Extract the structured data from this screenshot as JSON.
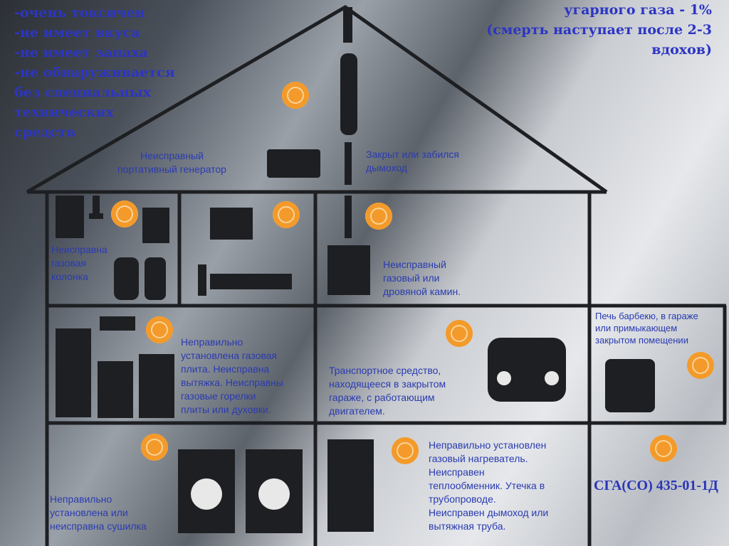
{
  "properties_text": [
    "-очень токсичен",
    "-не имеет вкуса",
    "-не имеет запаха",
    "-не обнаруживается",
    "без специальных",
    "технических",
    "средств"
  ],
  "concentration_text": [
    "угарного газа - 1%",
    "(смерть наступает после 2-3",
    "вдохов)"
  ],
  "sources": {
    "generator": [
      "Неисправный",
      "портативный генератор"
    ],
    "chimney": [
      "Закрыт или забился",
      "дымоход"
    ],
    "water_heater": [
      "Неисправна",
      "газовая",
      "колонка"
    ],
    "fireplace": [
      "Неисправный",
      "газовый или",
      "дровяной камин."
    ],
    "bbq": [
      "Печь барбекю, в гараже",
      "или примыкающем",
      "закрытом помещении"
    ],
    "stove": [
      "Неправильно",
      "установлена газовая",
      "плита. Неисправна",
      "вытяжка. Неисправны",
      "газовые горелки",
      "плиты или духовки."
    ],
    "car": [
      "Транспортное средство,",
      "находящееся в закрытом",
      "гараже, с работающим",
      "двигателем."
    ],
    "dryer": [
      "Неправильно",
      "установлена или",
      "неисправна сушилка"
    ],
    "heater": [
      "Неправильно установлен",
      "газовый нагреватель.",
      "Неисправен",
      "теплообменник. Утечка в",
      "трубопроводе.",
      "Неисправен дымоход или",
      "вытяжная труба."
    ]
  },
  "model": "СГА(СО) 435-01-1Д",
  "colors": {
    "text": "#2a3bb0",
    "sensor": "#f39a2a",
    "lines": "#1e1f22"
  }
}
